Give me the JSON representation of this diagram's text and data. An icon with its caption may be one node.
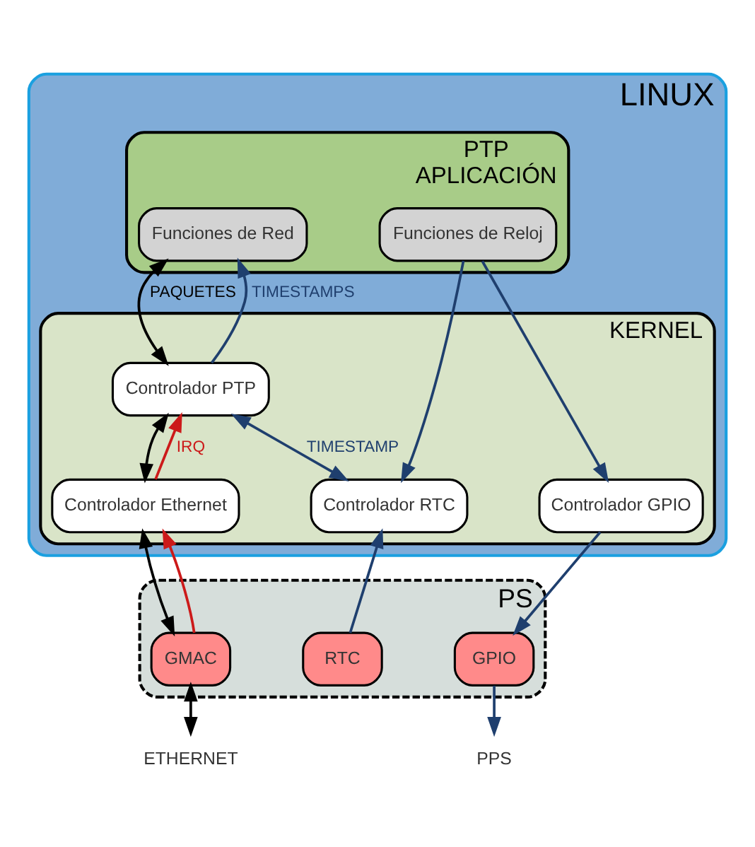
{
  "diagram": {
    "nodes": [
      {
        "text": [
          "LINUX"
        ]
      },
      {
        "text": [
          "PTP",
          "APLICACIÓN"
        ],
        "in": 0
      },
      {
        "text": [
          "Funciones de Red"
        ],
        "in": 1
      },
      {
        "text": [
          "Funciones de Reloj"
        ],
        "in": 1
      },
      {
        "text": [
          "KERNEL"
        ],
        "in": 0
      },
      {
        "text": [
          "Controlador PTP"
        ],
        "in": 4
      },
      {
        "text": [
          "Controlador Ethernet"
        ],
        "in": 4
      },
      {
        "text": [
          "Controlador RTC"
        ],
        "in": 4
      },
      {
        "text": [
          "Controlador GPIO"
        ],
        "in": 4
      },
      {
        "text": [
          "PS"
        ]
      },
      {
        "text": [
          "GMAC"
        ],
        "in": 9
      },
      {
        "text": [
          "RTC"
        ],
        "in": 9
      },
      {
        "text": [
          "GPIO"
        ],
        "in": 9
      },
      {
        "text": [
          "ETHERNET"
        ]
      },
      {
        "text": [
          "PPS"
        ]
      }
    ],
    "edges": [
      {
        "from": 2,
        "to": 5,
        "arrow": "both",
        "label": "PAQUETES",
        "color": "#000000"
      },
      {
        "from": 5,
        "to": 2,
        "arrow": "to",
        "label": "TIMESTAMPS"
      },
      {
        "from": 3,
        "to": 7,
        "arrow": "to"
      },
      {
        "from": 3,
        "to": 8,
        "arrow": "to"
      },
      {
        "from": 5,
        "to": 7,
        "arrow": "both",
        "label": "TIMESTAMP"
      },
      {
        "from": 5,
        "to": 6,
        "arrow": "both",
        "color": "#000000"
      },
      {
        "from": 6,
        "to": 5,
        "arrow": "to",
        "label": "IRQ",
        "color": "#cc1a1a"
      },
      {
        "from": 6,
        "to": 10,
        "arrow": "both",
        "color": "#000000"
      },
      {
        "from": 10,
        "to": 6,
        "arrow": "to",
        "color": "#cc1a1a"
      },
      {
        "from": 11,
        "to": 7,
        "arrow": "to"
      },
      {
        "from": 8,
        "to": 12,
        "arrow": "to"
      },
      {
        "from": 10,
        "to": 13,
        "arrow": "both",
        "color": "#000000"
      },
      {
        "from": 12,
        "to": 14,
        "arrow": "to"
      }
    ]
  }
}
